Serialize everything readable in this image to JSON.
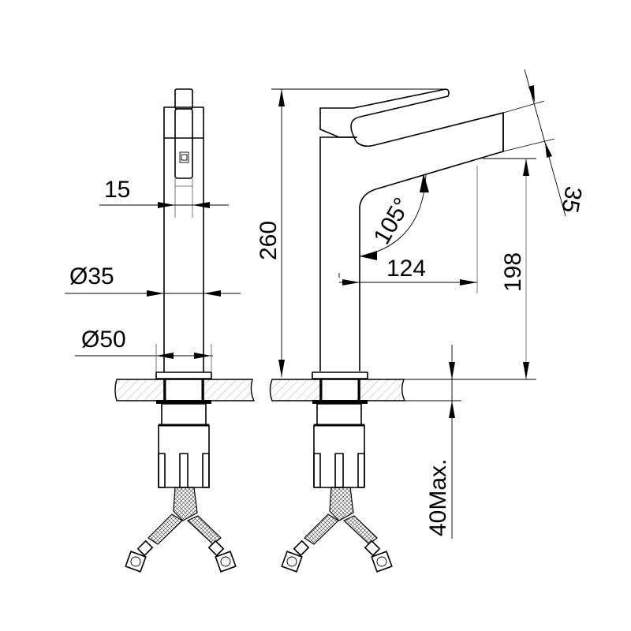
{
  "drawing": {
    "type": "faucet technical drawing",
    "views": [
      "side-view",
      "front-view"
    ],
    "colors": {
      "line": "#000000",
      "background": "#ffffff",
      "hatch": "#999999"
    }
  },
  "dimensions": {
    "handle_width": "15",
    "body_diameter": "Ø35",
    "base_diameter": "Ø50",
    "total_height": "260",
    "spout_height": "198",
    "spout_reach": "124",
    "spout_angle": "105°",
    "spout_thickness": "35",
    "max_deck_thickness": "40Max."
  }
}
